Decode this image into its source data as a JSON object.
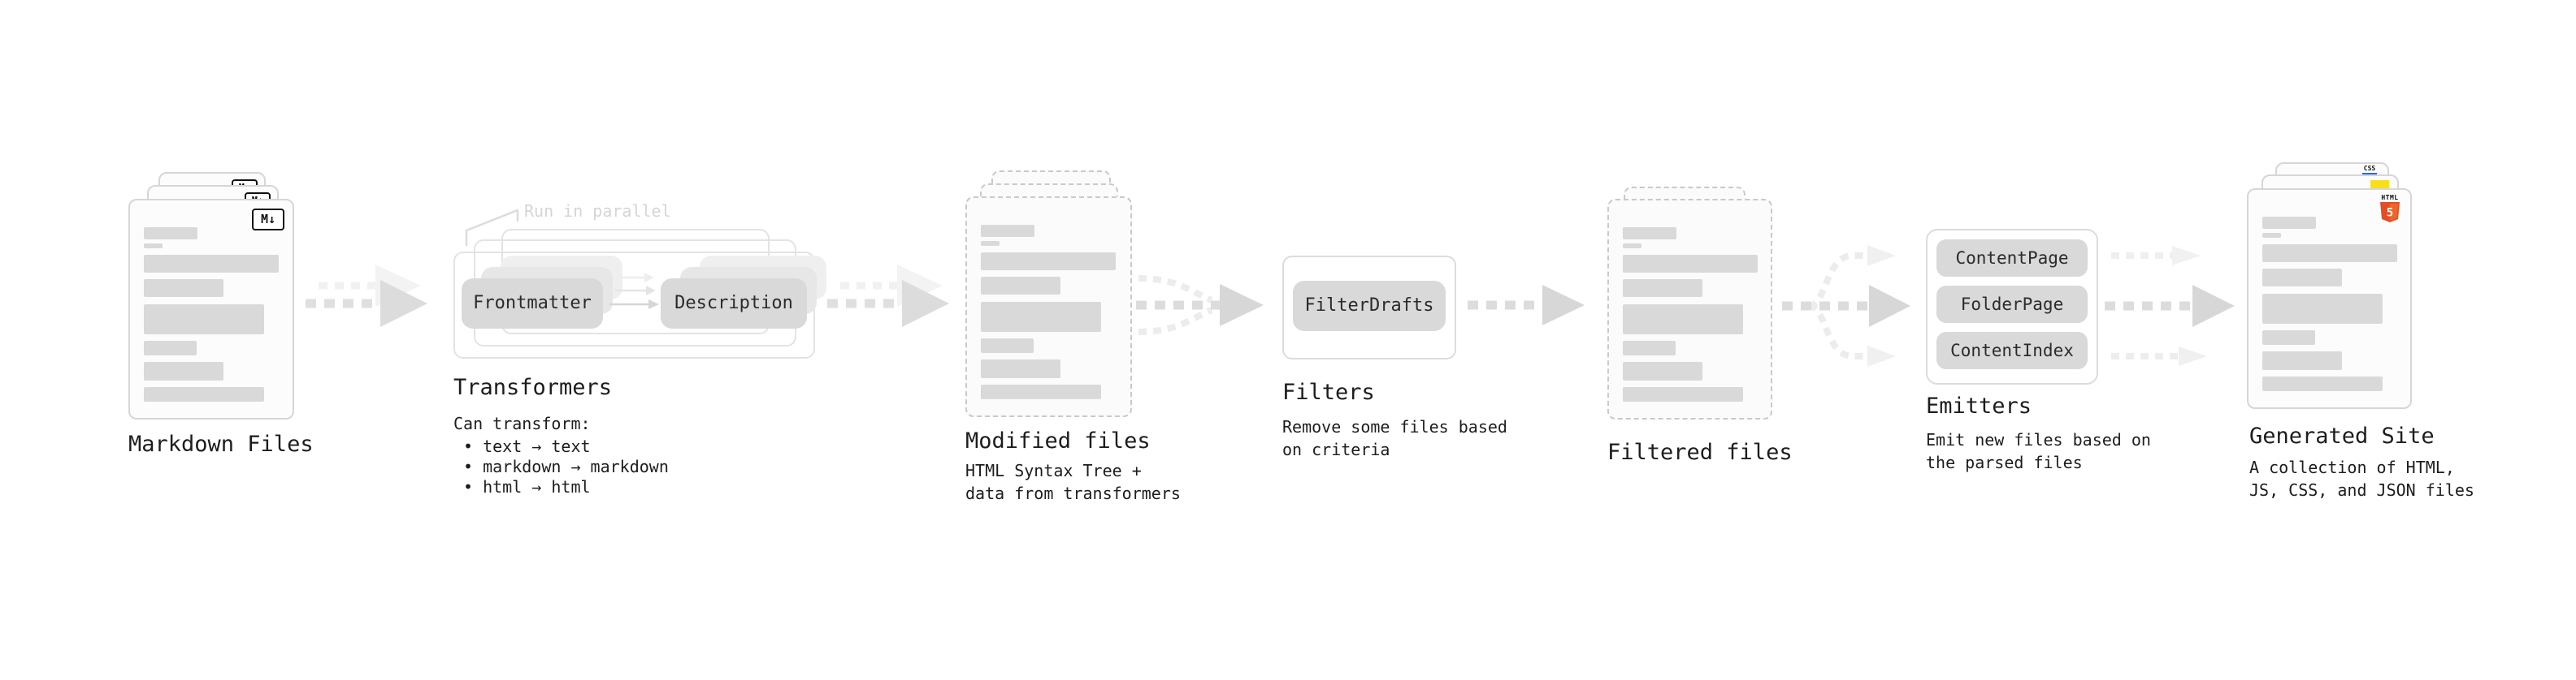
{
  "palette": {
    "background": "#ffffff",
    "text": "#1d1d1d",
    "muted_note": "#d5d5d5",
    "card_border": "#d6d6d6",
    "skeleton_bar": "#d9d9d9",
    "pill_bg": "#d9d9d9",
    "arrow_main": "#dcdcdc",
    "arrow_light": "#efefef",
    "html5_orange": "#e44d26",
    "html5_orange_light": "#f16529",
    "js_yellow": "#f7df1e",
    "css_blue": "#2965f1"
  },
  "stages": {
    "markdown_files": {
      "title": "Markdown Files",
      "badge": "M↓"
    },
    "transformers": {
      "title": "Transformers",
      "note": "Run in parallel",
      "pills": [
        "Frontmatter",
        "Description"
      ],
      "description": "Can transform:",
      "bullets": [
        "• text → text",
        "• markdown → markdown",
        "• html → html"
      ]
    },
    "modified_files": {
      "title": "Modified files",
      "description_lines": [
        "HTML Syntax Tree +",
        "data from transformers"
      ]
    },
    "filters": {
      "title": "Filters",
      "pills": [
        "FilterDrafts"
      ],
      "description_lines": [
        "Remove some files based",
        "on criteria"
      ]
    },
    "filtered_files": {
      "title": "Filtered files"
    },
    "emitters": {
      "title": "Emitters",
      "pills": [
        "ContentPage",
        "FolderPage",
        "ContentIndex"
      ],
      "description_lines": [
        "Emit new files based on",
        "the parsed files"
      ]
    },
    "generated_site": {
      "title": "Generated Site",
      "description_lines": [
        "A collection of HTML,",
        "JS, CSS, and JSON files"
      ],
      "file_badges": {
        "css": "CSS",
        "html": "HTML",
        "html_number": "5"
      }
    }
  }
}
